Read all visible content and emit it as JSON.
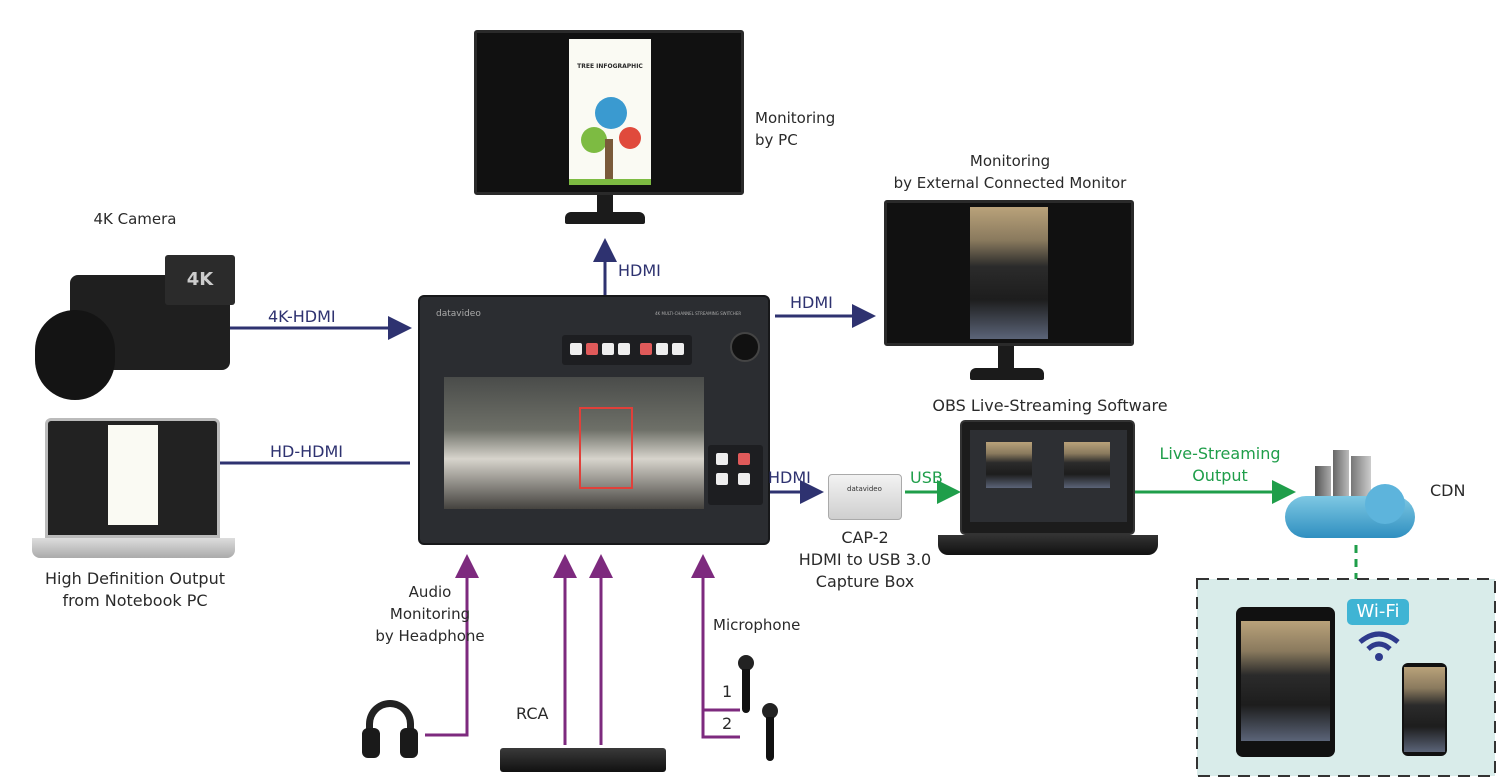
{
  "labels": {
    "monitoring_pc": [
      "Monitoring",
      "by PC"
    ],
    "monitoring_ext": [
      "Monitoring",
      "by External Connected Monitor"
    ],
    "camera": "4K Camera",
    "notebook": [
      "High Definition Output",
      "from Notebook PC"
    ],
    "obs": "OBS Live-Streaming Software",
    "cap": [
      "CAP-2",
      "HDMI to USB 3.0",
      "Capture Box"
    ],
    "cdn": "CDN",
    "headphone": [
      "Audio",
      "Monitoring",
      "by Headphone"
    ],
    "rca": "RCA",
    "microphone": "Microphone",
    "mic1": "1",
    "mic2": "2",
    "wifi": "Wi-Fi",
    "infographic_title": "TREE INFOGRAPHIC",
    "brand": "datavideo",
    "switcher_subtitle": "4K MULTI-CHANNEL STREAMING SWITCHER"
  },
  "connections": {
    "hdmi_top": "HDMI",
    "hdmi_right": "HDMI",
    "k4_hdmi": "4K-HDMI",
    "hd_hdmi": "HD-HDMI",
    "hdmi_cap": "HDMI",
    "usb": "USB",
    "live_output": [
      "Live-Streaming",
      "Output"
    ]
  },
  "colors": {
    "video": "#2e3270",
    "audio": "#7d2a7e",
    "stream": "#1f9e4a"
  }
}
